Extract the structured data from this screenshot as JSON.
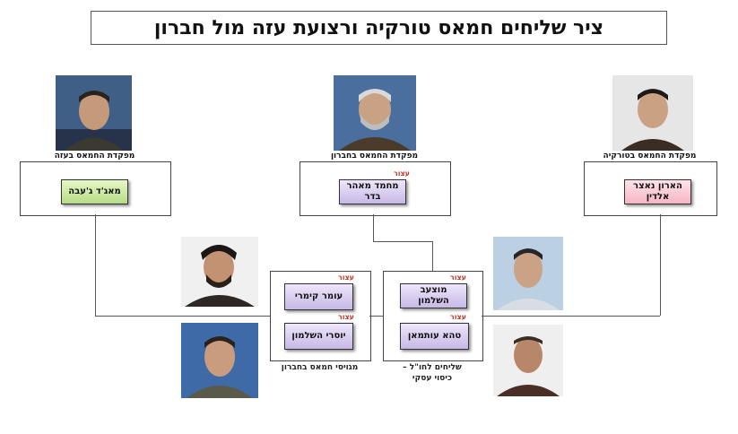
{
  "title": "ציר שליחים חמאס טורקיה ורצועת עזה מול חברון",
  "headers": {
    "gaza": "מפקדת החמאס בעזה",
    "hebron": "מפקדת החמאס בחברון",
    "turkey": "מפקדת החמאס בטורקיה"
  },
  "cards": {
    "gaza": "מאג'ד ג'עבה",
    "hebron": "מחמד מאהר בדר",
    "turkey": "הארון נאצר אלדין",
    "omar": "עומר קימרי",
    "yousri": "יוסרי השלמון",
    "mutzav": "מוצעב השלמון",
    "taha": "טהא עותמאן"
  },
  "badge_label": "עצור",
  "captions": {
    "hebron_recruits": "מגויסי חמאס בחברון",
    "envoys": "שליחים לחו\"ל – כיסוי עסקי"
  },
  "colors": {
    "badge": "#c0392b",
    "green_card": "#b7dc86",
    "purple_card": "#c7b8e6",
    "pink_card": "#f4b6c3"
  }
}
